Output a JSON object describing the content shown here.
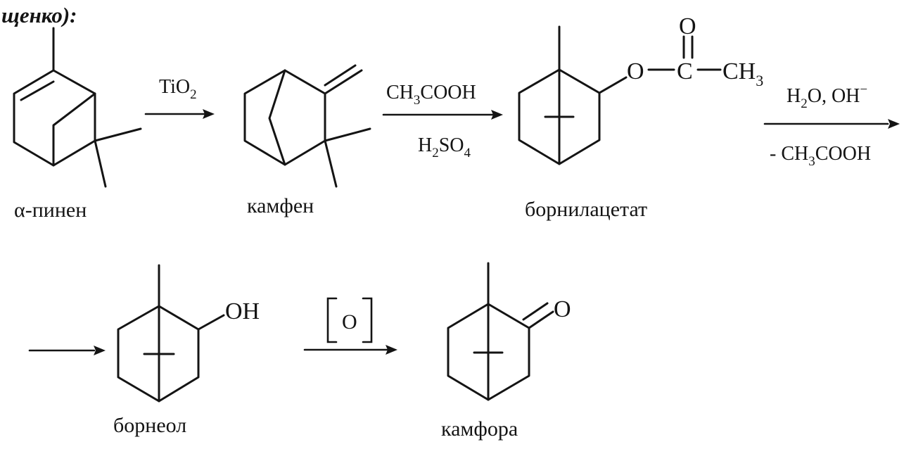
{
  "header_fragment": "щенко):",
  "compounds": {
    "alpha_pinene": "α-пинен",
    "camphene": "камфен",
    "bornyl_acetate": "борнилацетат",
    "borneol": "борнеол",
    "camphor": "камфора"
  },
  "reactions": {
    "step1": {
      "reagent_main": "TiO",
      "reagent_sub": "2"
    },
    "step2": {
      "top": {
        "a": "CH",
        "a_sub": "3",
        "b": "COOH"
      },
      "bottom": {
        "a": "H",
        "a_sub": "2",
        "b": "SO",
        "b_sub": "4"
      }
    },
    "step3": {
      "top": {
        "a": "H",
        "a_sub": "2",
        "b": "O, OH",
        "b_sup": "−"
      },
      "bottom": {
        "a": "- CH",
        "a_sub": "3",
        "b": "COOH"
      }
    },
    "step4": {
      "reagent": "[O]",
      "inner": "O"
    }
  },
  "atoms": {
    "ester_O1": "O",
    "carbonyl_O": "O",
    "carbon_C": "C",
    "methyl": "CH",
    "methyl_sub": "3",
    "hydroxyl": "OH",
    "ketone_O": "O"
  }
}
